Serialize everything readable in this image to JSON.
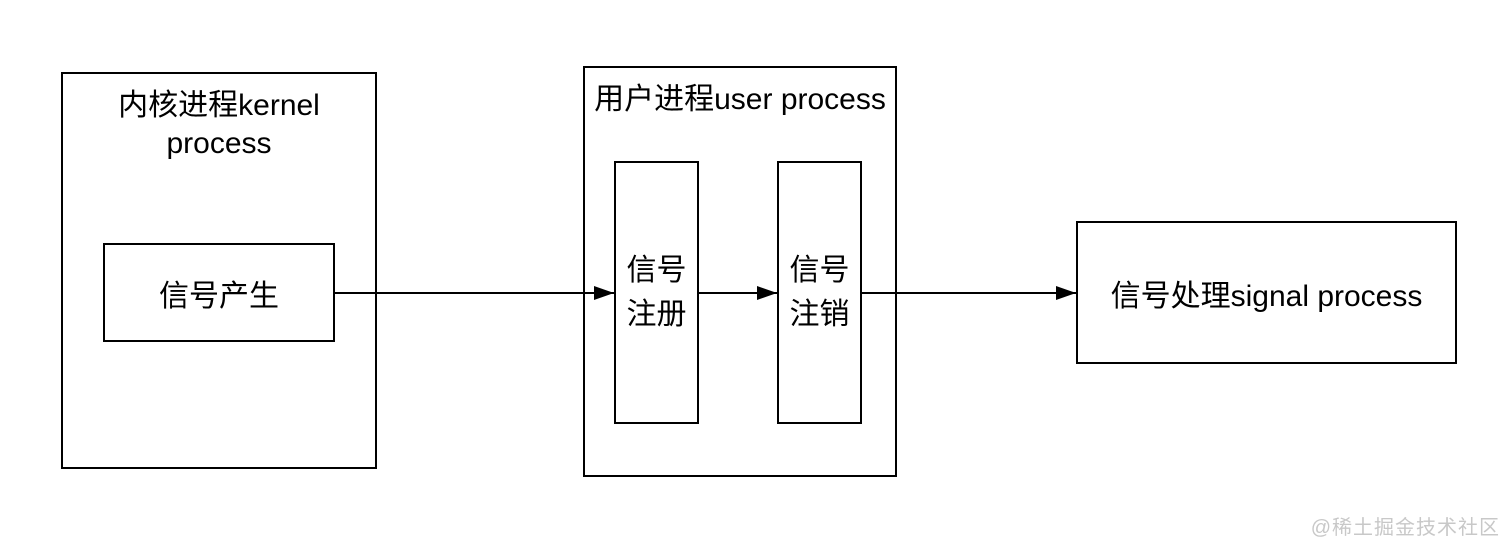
{
  "diagram": {
    "kernel_process": {
      "title": "内核进程kernel process",
      "signal_generate_label": "信号产生"
    },
    "user_process": {
      "title": "用户进程user process",
      "signal_register_label": "信号\n注册",
      "signal_unregister_label": "信号\n注销"
    },
    "signal_process": {
      "label": "信号处理signal process"
    },
    "flow": [
      "信号产生 → 信号注册",
      "信号注册 → 信号注销",
      "信号注销 → 信号处理signal process"
    ],
    "colors": {
      "line": "#000000",
      "background": "#ffffff",
      "watermark_text": "#c8c8c8"
    }
  },
  "watermark": "@稀土掘金技术社区"
}
